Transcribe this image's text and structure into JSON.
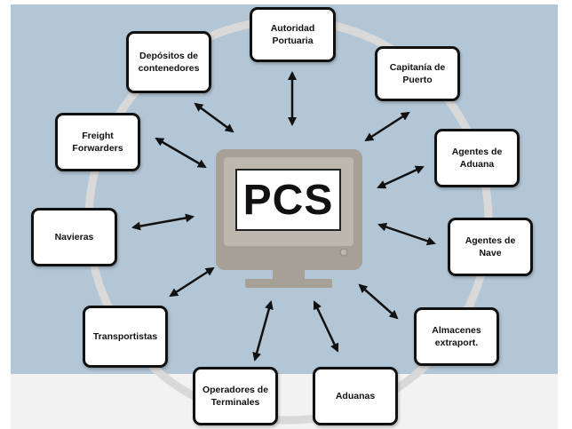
{
  "center": {
    "label": "PCS"
  },
  "nodes": [
    {
      "id": "autoridad-portuaria",
      "label": "Autoridad\nPortuaria"
    },
    {
      "id": "capitania-de-puerto",
      "label": "Capitanía de\nPuerto"
    },
    {
      "id": "agentes-de-aduana",
      "label": "Agentes de\nAduana"
    },
    {
      "id": "agentes-de-nave",
      "label": "Agentes de\nNave"
    },
    {
      "id": "almacenes-extraport",
      "label": "Almacenes\nextraport."
    },
    {
      "id": "aduanas",
      "label": "Aduanas"
    },
    {
      "id": "operadores-de-terminales",
      "label": "Operadores de\nTerminales"
    },
    {
      "id": "transportistas",
      "label": "Transportistas"
    },
    {
      "id": "navieras",
      "label": "Navieras"
    },
    {
      "id": "freight-forwarders",
      "label": "Freight\nForwarders"
    },
    {
      "id": "depositos-de-contenedores",
      "label": "Depósitos de\ncontenedores"
    }
  ],
  "colors": {
    "panel_background": "#b3c6d6",
    "ring": "#d9d9d9",
    "monitor": "#a6a097",
    "node_border": "#111111",
    "arrow": "#111111"
  }
}
